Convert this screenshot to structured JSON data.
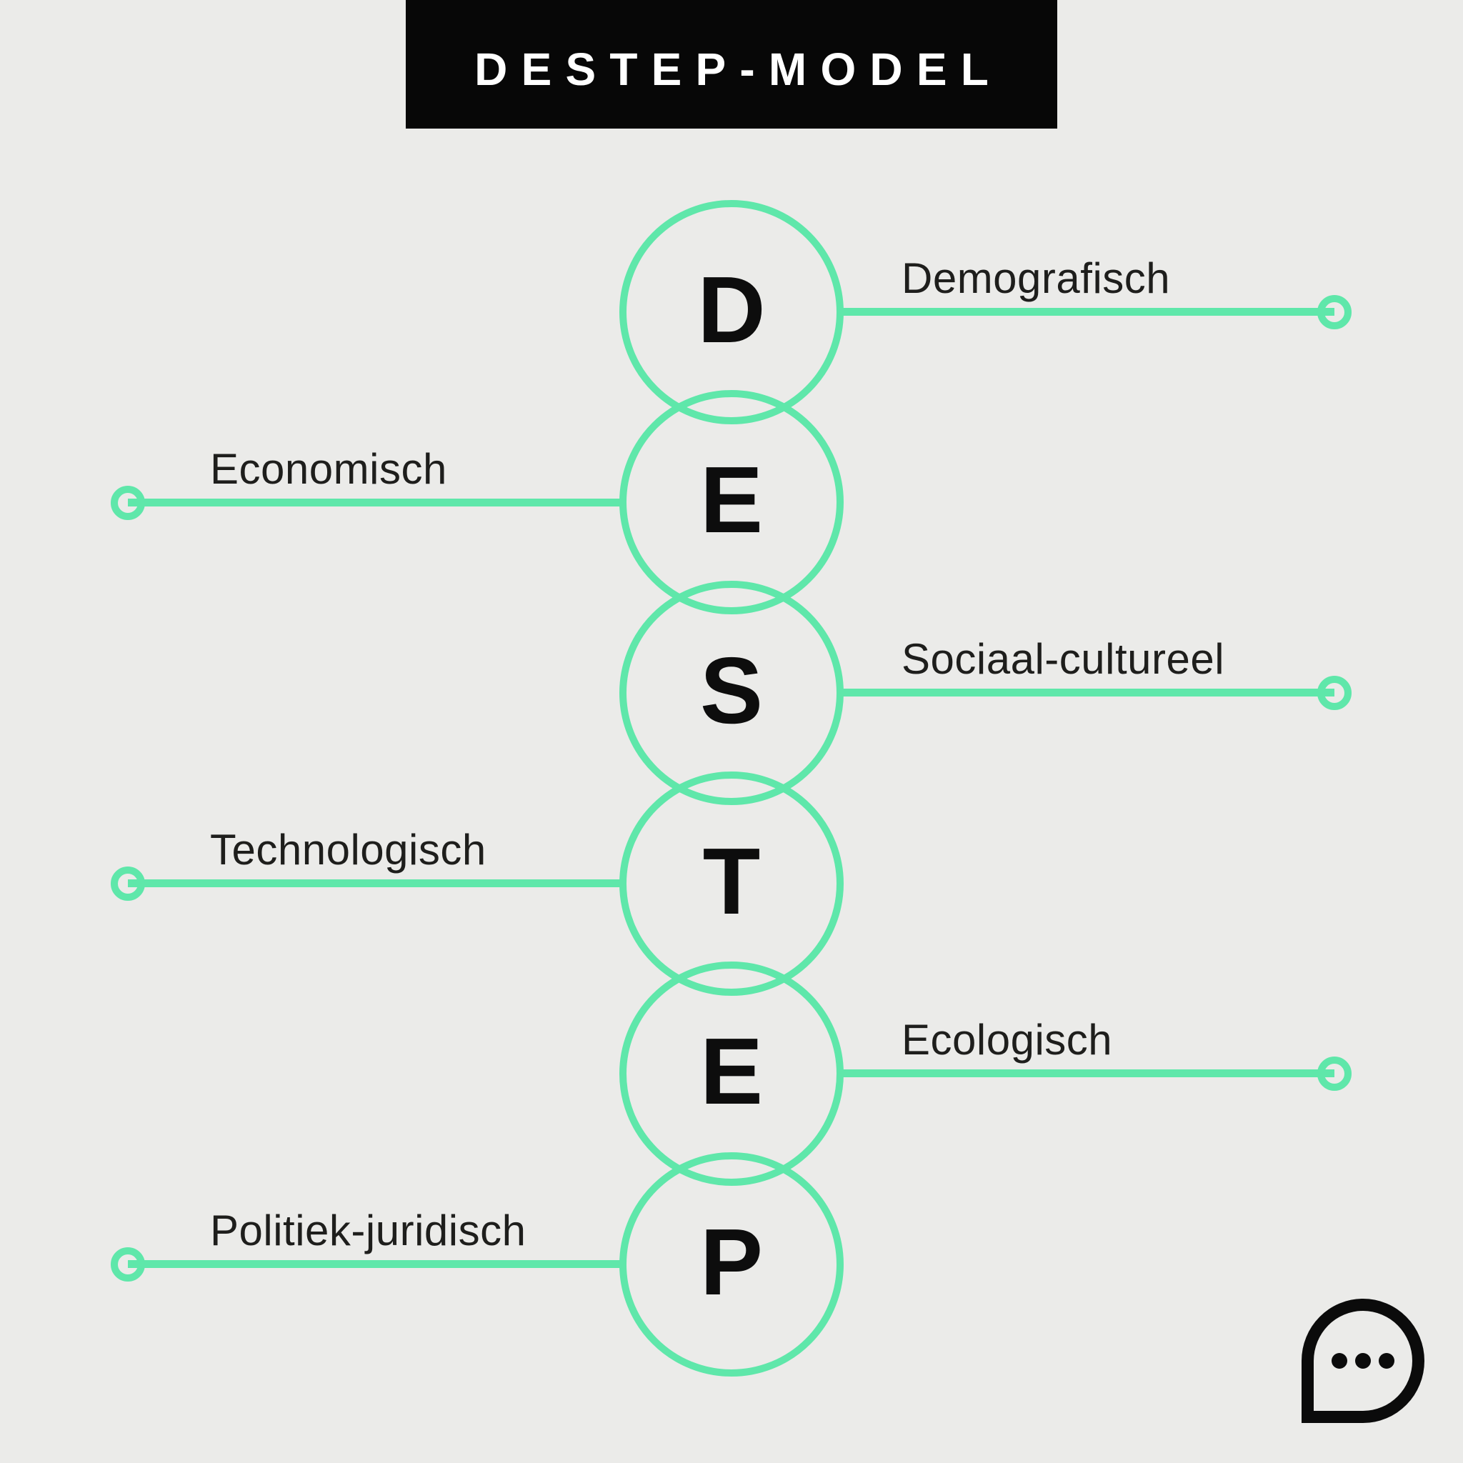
{
  "header": {
    "title": "DESTEP-MODEL"
  },
  "diagram": {
    "name": "DESTEP-model",
    "items": [
      {
        "letter": "D",
        "label": "Demografisch",
        "side": "right"
      },
      {
        "letter": "E",
        "label": "Economisch",
        "side": "left"
      },
      {
        "letter": "S",
        "label": "Sociaal-cultureel",
        "side": "right"
      },
      {
        "letter": "T",
        "label": "Technologisch",
        "side": "left"
      },
      {
        "letter": "E",
        "label": "Ecologisch",
        "side": "right"
      },
      {
        "letter": "P",
        "label": "Politiek-juridisch",
        "side": "left"
      }
    ]
  },
  "colors": {
    "accent_green": "#5FE7AA",
    "background": "#EBEBE9",
    "banner_black": "#070707",
    "letter_ink": "#0D0D0D",
    "label_text": "#1E1E1C",
    "title_text": "#FFFFFF"
  },
  "logo": {
    "icon": "speech-bubble-ellipsis-icon",
    "dot_count": 3
  }
}
